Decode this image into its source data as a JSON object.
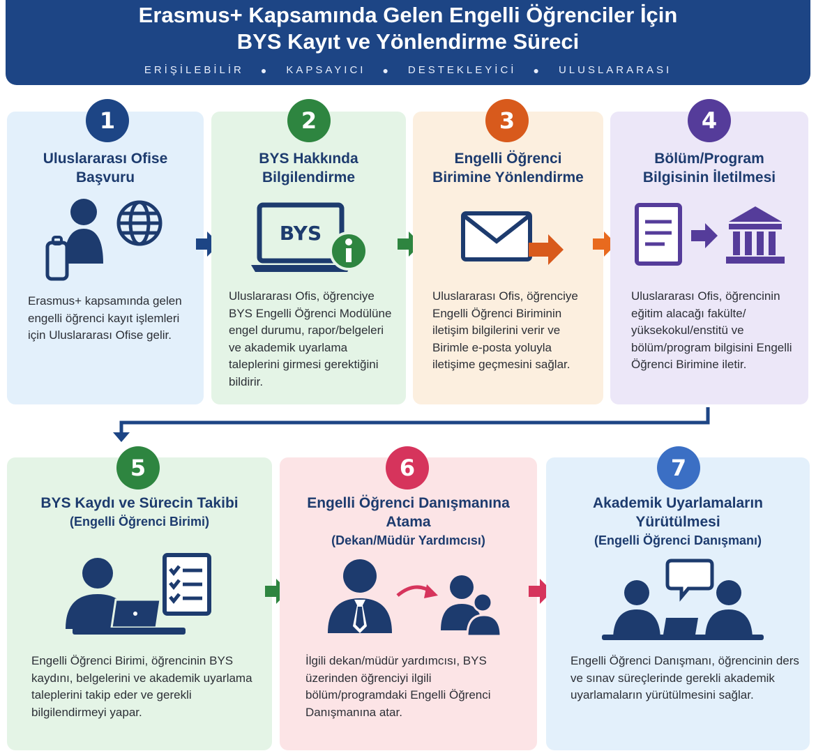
{
  "header": {
    "title_line1": "Erasmus+ Kapsamında Gelen Engelli Öğrenciler İçin",
    "title_line2": "BYS Kayıt ve Yönlendirme Süreci",
    "tags": [
      "ERİŞİLEBİLİR",
      "KAPSAYICI",
      "DESTEKLEYİCİ",
      "ULUSLARARASI"
    ]
  },
  "steps": [
    {
      "number": "1",
      "title": "Uluslararası Ofise Başvuru",
      "subtitle": "",
      "description": "Erasmus+ kapsamında gelen engelli öğrenci kayıt işlemleri için Uluslararası Ofise gelir.",
      "icons": [
        "person-icon",
        "luggage-icon",
        "globe-icon"
      ],
      "color": "#1d4585"
    },
    {
      "number": "2",
      "title": "BYS Hakkında Bilgilendirme",
      "subtitle": "",
      "description": "Uluslararası Ofis, öğrenciye BYS Engelli Öğrenci Modülüne engel durumu, rapor/belgeleri ve akademik uyarlama taleplerini girmesi gerektiğini bildirir.",
      "icon_text": "BYS",
      "icons": [
        "laptop-icon",
        "info-icon"
      ],
      "color": "#2e8540"
    },
    {
      "number": "3",
      "title": "Engelli Öğrenci Birimine Yönlendirme",
      "subtitle": "",
      "description": "Uluslararası Ofis, öğrenciye Engelli Öğrenci Biriminin iletişim bilgilerini verir ve Birimle e-posta yoluyla iletişime geçmesini sağlar.",
      "icons": [
        "envelope-icon",
        "arrow-right-icon"
      ],
      "color": "#d85a1c"
    },
    {
      "number": "4",
      "title": "Bölüm/Program Bilgisinin İletilmesi",
      "subtitle": "",
      "description": "Uluslararası Ofis, öğrencinin eğitim alacağı fakülte/ yüksekokul/enstitü ve bölüm/program bilgisini Engelli Öğrenci Birimine iletir.",
      "icons": [
        "document-icon",
        "arrow-right-icon",
        "institution-icon"
      ],
      "color": "#553c9a"
    },
    {
      "number": "5",
      "title": "BYS Kaydı ve Sürecin Takibi",
      "subtitle": "(Engelli Öğrenci Birimi)",
      "description": "Engelli Öğrenci Birimi, öğrencinin BYS kaydını, belgelerini ve akademik uyarlama taleplerini takip eder ve gerekli bilgilendirmeyi yapar.",
      "icons": [
        "person-laptop-icon",
        "checklist-icon"
      ],
      "color": "#2e8540"
    },
    {
      "number": "6",
      "title": "Engelli Öğrenci Danışmanına Atama",
      "subtitle": "(Dekan/Müdür Yardımcısı)",
      "description": "İlgili dekan/müdür yardımcısı, BYS üzerinden öğrenciyi ilgili bölüm/programdaki Engelli Öğrenci Danışmanına atar.",
      "icons": [
        "manager-icon",
        "curved-arrow-icon",
        "people-icon"
      ],
      "color": "#d6345c"
    },
    {
      "number": "7",
      "title": "Akademik Uyarlamaların Yürütülmesi",
      "subtitle": "(Engelli Öğrenci Danışmanı)",
      "description": "Engelli Öğrenci Danışmanı, öğrencinin ders ve sınav süreçlerinde gerekli akademik uyarlamaların yürütülmesini sağlar.",
      "icons": [
        "meeting-icon",
        "speech-bubble-icon"
      ],
      "color": "#3b6fc4"
    }
  ],
  "colors": {
    "navy": "#1d4585",
    "green": "#2e8540",
    "orange": "#d85a1c",
    "purple": "#553c9a",
    "pink": "#d6345c",
    "blue": "#3b6fc4"
  }
}
